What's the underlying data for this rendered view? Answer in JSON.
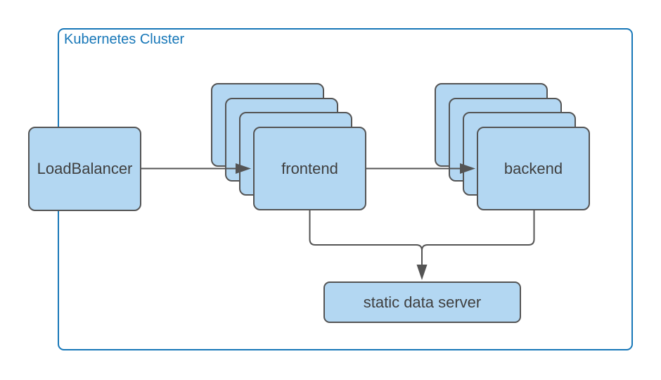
{
  "diagram": {
    "type": "architecture-diagram",
    "cluster": {
      "title": "Kubernetes Cluster"
    },
    "nodes": {
      "load_balancer": {
        "label": "LoadBalancer"
      },
      "frontend": {
        "label": "frontend",
        "replicas": 4
      },
      "backend": {
        "label": "backend",
        "replicas": 4
      },
      "static_data_server": {
        "label": "static data server"
      }
    },
    "edges": [
      {
        "from": "LoadBalancer",
        "to": "frontend",
        "arrow": true
      },
      {
        "from": "frontend",
        "to": "backend",
        "arrow": true
      },
      {
        "from": "frontend",
        "to": "static data server",
        "arrow": true
      },
      {
        "from": "backend",
        "to": "static data server",
        "arrow": true
      }
    ],
    "colors": {
      "cluster_border": "#1777B8",
      "cluster_title": "#1777B8",
      "node_fill": "#B3D7F2",
      "node_border": "#545454",
      "node_text": "#3F3F3F",
      "edge": "#545454",
      "background": "#FFFFFF"
    }
  }
}
